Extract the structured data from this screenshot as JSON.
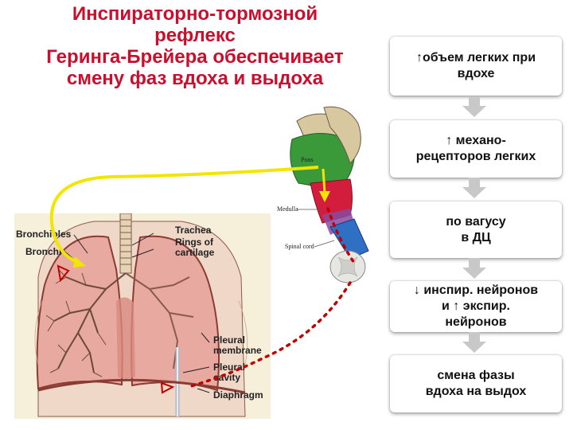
{
  "title": {
    "lines": [
      "Инспираторно-тормозной",
      "рефлекс",
      "Геринга-Брейера обеспечивает",
      "смену фаз вдоха и выдоха"
    ]
  },
  "flowchart": {
    "steps": [
      {
        "lines": [
          "↑объем легких при",
          "вдохе"
        ]
      },
      {
        "lines": [
          "↑ механо-",
          "рецепторов легких"
        ]
      },
      {
        "lines": [
          "по вагусу",
          "в ДЦ"
        ]
      },
      {
        "lines": [
          "↓ инспир. нейронов",
          "и ↑ экспир.",
          "нейронов"
        ]
      },
      {
        "lines": [
          "смена фазы",
          "вдоха на выдох"
        ]
      }
    ],
    "arrow_color": "#c8c8c8"
  },
  "lung_labels": {
    "bronchioles": "Bronchioles",
    "bronchi": "Bronchi",
    "trachea": "Trachea",
    "rings_line1": "Rings of",
    "rings_line2": "cartilage",
    "pleural_membrane_line1": "Pleural",
    "pleural_membrane_line2": "membrane",
    "pleural_cavity_line1": "Pleural",
    "pleural_cavity_line2": "cavity",
    "diaphragm": "Diaphragm"
  },
  "brainstem_labels": {
    "pons": "Pons",
    "medulla": "Medulla",
    "spinal_cord": "Spinal cord"
  },
  "colors": {
    "title": "#c8102e",
    "yellow_pathway": "#f2e600",
    "red_pathway": "#c00000",
    "pons": "#3a9a3a",
    "medulla": "#d21e3c",
    "spinal_cord": "#2f6fc4",
    "lung": "#e8a9a0"
  }
}
